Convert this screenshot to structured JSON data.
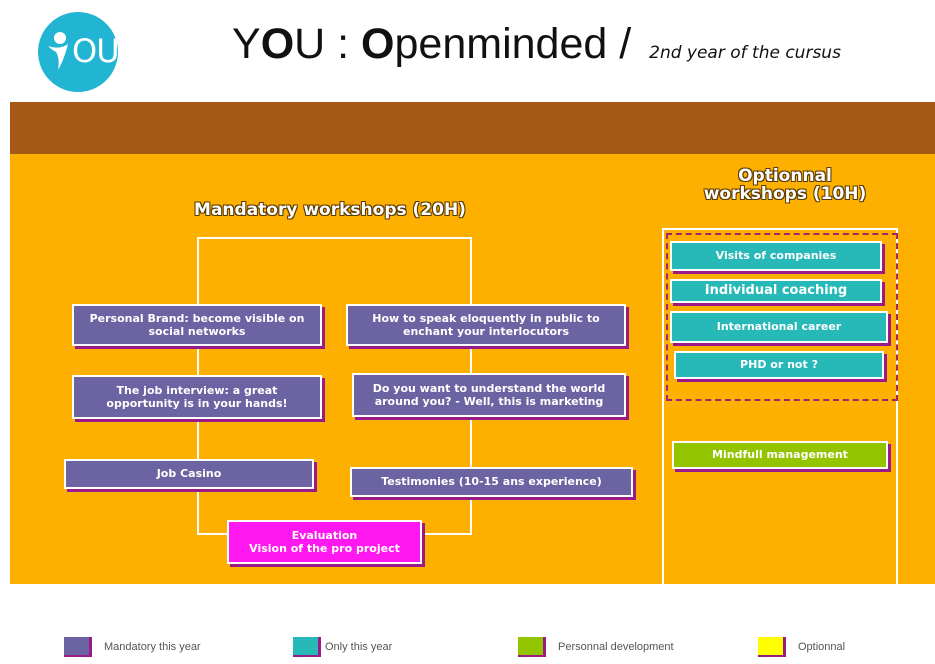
{
  "logo": {
    "text": "OU",
    "icon": "person-icon"
  },
  "header": {
    "title_part1": "Y",
    "title_part2": "O",
    "title_part3": "U : ",
    "title_part4": "O",
    "title_part5": "penminded / ",
    "subtitle": "2nd year of the cursus"
  },
  "mandatory": {
    "title": "Mandatory workshops (20H)",
    "items": [
      "Personal Brand: become visible on social networks",
      "How to speak eloquently in public to enchant your interlocutors",
      "The job interview: a great opportunity is in your hands!",
      "Do you want to understand the world around you? - Well, this is marketing",
      "Job Casino",
      "Testimonies (10-15 ans experience)"
    ],
    "evaluation": "Evaluation\nVision of the pro project"
  },
  "optional": {
    "title_line1": "Optionnal",
    "title_line2": "workshops (10H)",
    "items": [
      "Visits of companies",
      "Individual coaching",
      "International career",
      "PHD or not ?"
    ],
    "mindfull": "Mindfull management"
  },
  "legend": [
    {
      "label": "Mandatory this year",
      "color": "#6b63a2"
    },
    {
      "label": "Only this year",
      "color": "#27b8b8"
    },
    {
      "label": "Personnal development",
      "color": "#93c400"
    },
    {
      "label": "Optionnal",
      "color": "#ffff00"
    }
  ],
  "colors": {
    "brown_band": "#a65817",
    "orange": "#fdb000",
    "logo": "#22b5d3",
    "shadow": "#9b1a8a"
  }
}
